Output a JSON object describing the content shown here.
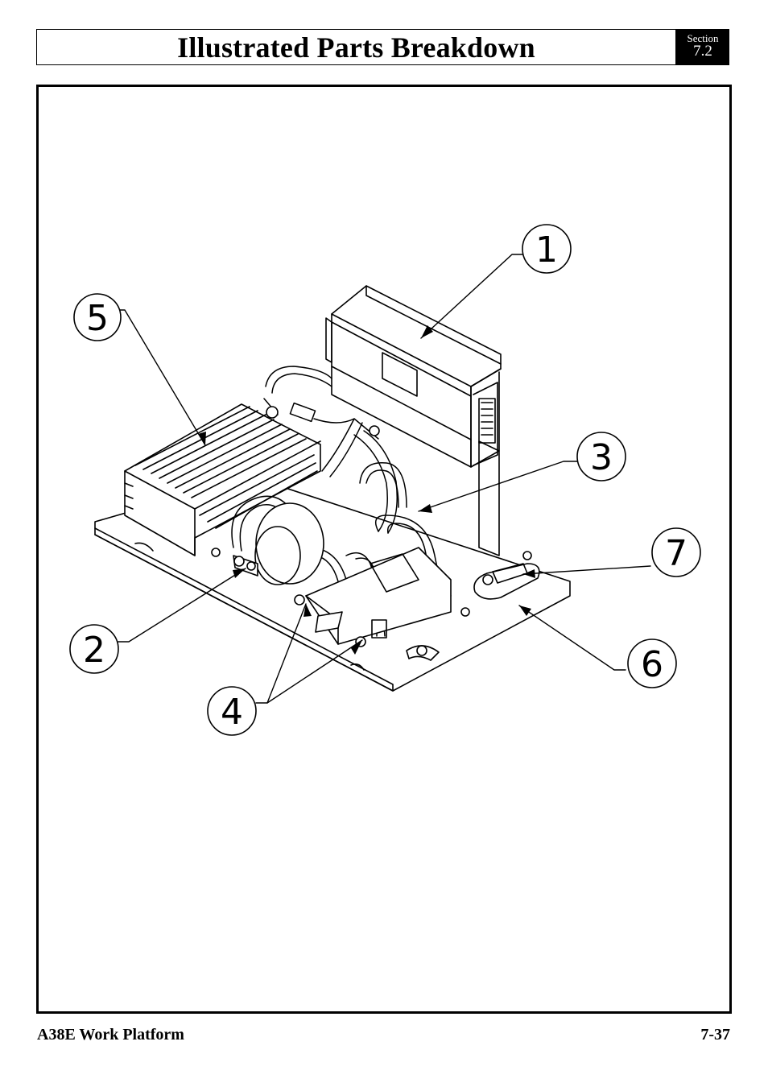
{
  "header": {
    "title": "Illustrated Parts Breakdown",
    "section_label": "Section",
    "section_number": "7.2"
  },
  "callouts": [
    {
      "label": "1"
    },
    {
      "label": "2"
    },
    {
      "label": "3"
    },
    {
      "label": "4"
    },
    {
      "label": "5"
    },
    {
      "label": "6"
    },
    {
      "label": "7"
    }
  ],
  "footer": {
    "product": "A38E Work Platform",
    "page": "7-37"
  }
}
